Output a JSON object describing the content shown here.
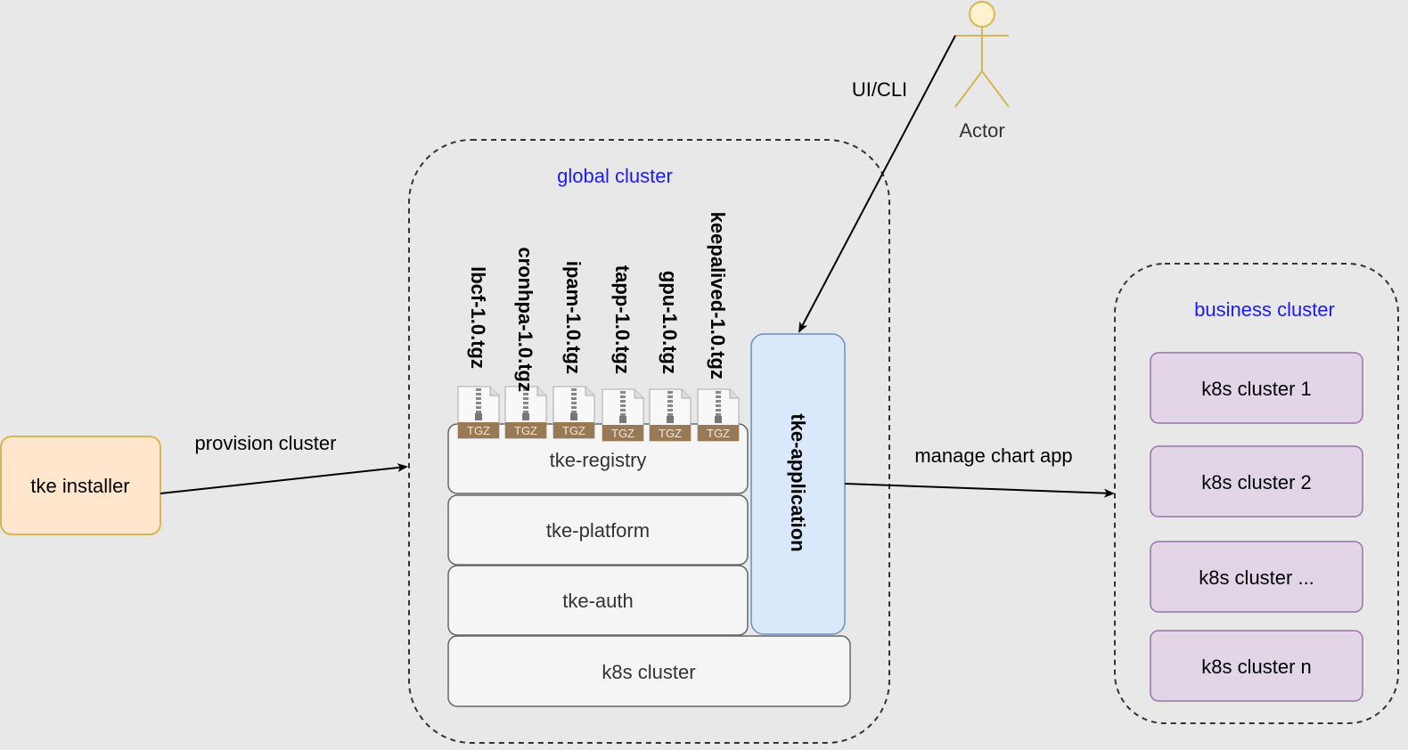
{
  "installer": {
    "label": "tke installer",
    "fill": "#ffe6cc",
    "stroke": "#d6b656"
  },
  "edges": {
    "provision": "provision cluster",
    "manage": "manage chart app",
    "ui_cli": "UI/CLI"
  },
  "actor": {
    "label": "Actor",
    "fill": "#fff2cc",
    "stroke": "#d6b656"
  },
  "global_cluster": {
    "title": "global cluster",
    "title_color": "#1a1aff",
    "packages": [
      {
        "name": "lbcf-1.0.tgz",
        "icon": "TGZ"
      },
      {
        "name": "cronhpa-1.0.tgz",
        "icon": "TGZ"
      },
      {
        "name": "ipam-1.0.tgz",
        "icon": "TGZ"
      },
      {
        "name": "tapp-1.0.tgz",
        "icon": "TGZ"
      },
      {
        "name": "gpu-1.0.tgz",
        "icon": "TGZ"
      },
      {
        "name": "keepalived-1.0.tgz",
        "icon": "TGZ"
      }
    ],
    "registry": "tke-registry",
    "platform": "tke-platform",
    "auth": "tke-auth",
    "k8s": "k8s cluster",
    "application": "tke-application",
    "application_fill": "#dae8fc",
    "application_stroke": "#6c8ebf"
  },
  "business_cluster": {
    "title": "business cluster",
    "title_color": "#1a1aff",
    "clusters": [
      "k8s cluster 1",
      "k8s cluster 2",
      "k8s cluster ...",
      "k8s cluster n"
    ],
    "cluster_fill": "#e1d5e7",
    "cluster_stroke": "#9673a6"
  }
}
